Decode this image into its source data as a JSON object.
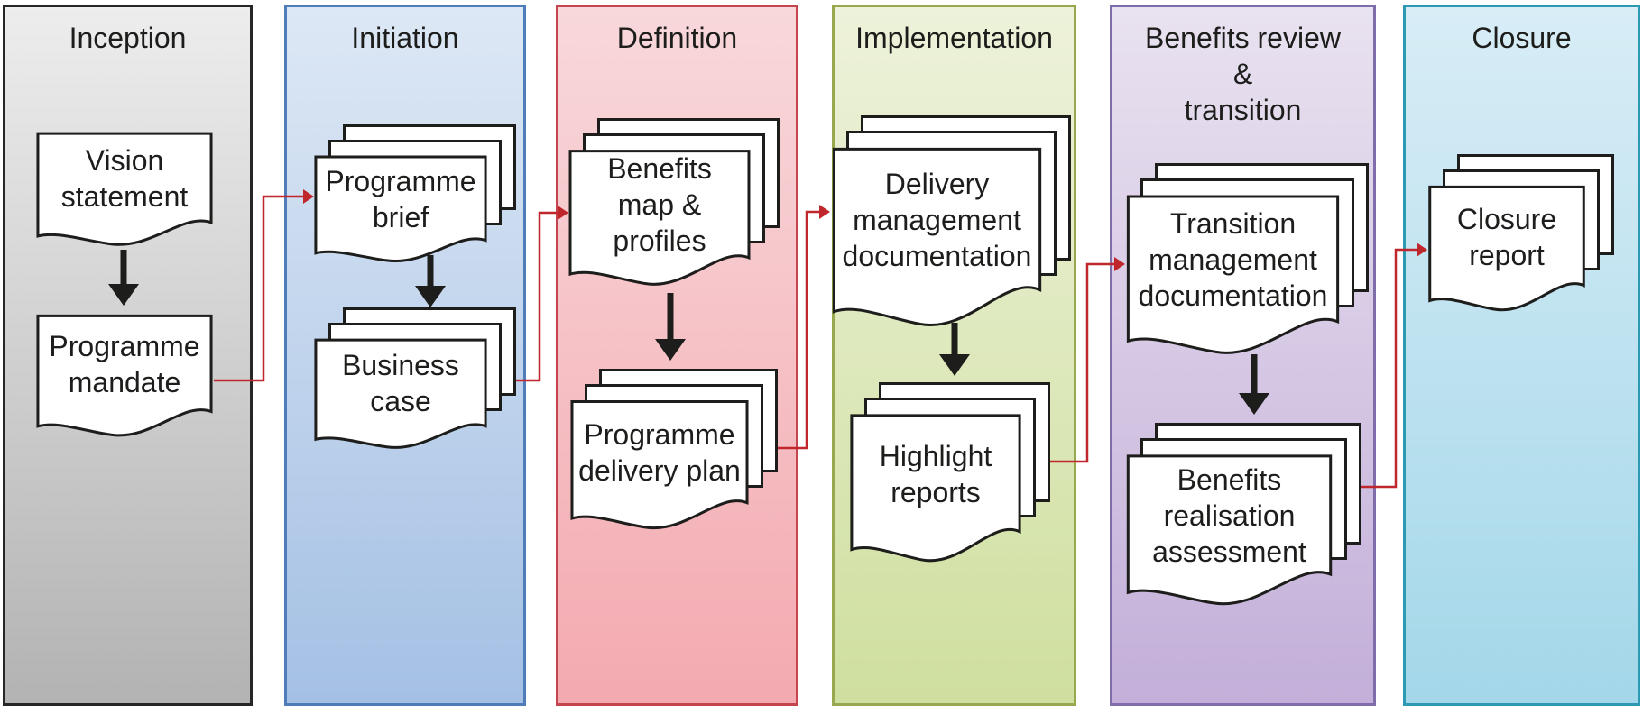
{
  "phases": [
    {
      "title": "Inception",
      "colors": {
        "border": "#262626",
        "fill_top": "#ededed",
        "fill_bottom": "#b3b3b3"
      },
      "documents": [
        {
          "label": "Vision\nstatement",
          "pages": "single"
        },
        {
          "label": "Programme\nmandate",
          "pages": "single"
        }
      ]
    },
    {
      "title": "Initiation",
      "colors": {
        "border": "#4f7dba",
        "fill_top": "#dde8f5",
        "fill_bottom": "#a4c0e4"
      },
      "documents": [
        {
          "label": "Programme\nbrief",
          "pages": "stack"
        },
        {
          "label": "Business\ncase",
          "pages": "stack"
        }
      ]
    },
    {
      "title": "Definition",
      "colors": {
        "border": "#c4454e",
        "fill_top": "#f8d8db",
        "fill_bottom": "#f3aab0"
      },
      "documents": [
        {
          "label": "Benefits\nmap &\nprofiles",
          "pages": "stack"
        },
        {
          "label": "Programme\ndelivery plan",
          "pages": "stack"
        }
      ]
    },
    {
      "title": "Implementation",
      "colors": {
        "border": "#97a84f",
        "fill_top": "#edf2da",
        "fill_bottom": "#cfdf9f"
      },
      "documents": [
        {
          "label": "Delivery\nmanagement\ndocumentation",
          "pages": "stack"
        },
        {
          "label": "Highlight\nreports",
          "pages": "stack"
        }
      ]
    },
    {
      "title": "Benefits review\n&\ntransition",
      "colors": {
        "border": "#7f6caa",
        "fill_top": "#e9e2f0",
        "fill_bottom": "#c3afd9"
      },
      "documents": [
        {
          "label": "Transition\nmanagement\ndocumentation",
          "pages": "stack"
        },
        {
          "label": "Benefits\nrealisation\nassessment",
          "pages": "stack"
        }
      ]
    },
    {
      "title": "Closure",
      "colors": {
        "border": "#2d9ab3",
        "fill_top": "#d8edf6",
        "fill_bottom": "#a3d7e9"
      },
      "documents": [
        {
          "label": "Closure\nreport",
          "pages": "stack"
        }
      ]
    }
  ],
  "flow": {
    "connector_color": "#c0272d",
    "arrow_color": "#1d1d1b"
  },
  "doc_style": {
    "border_color": "#1d1d1b",
    "fill_color": "#ffffff"
  }
}
